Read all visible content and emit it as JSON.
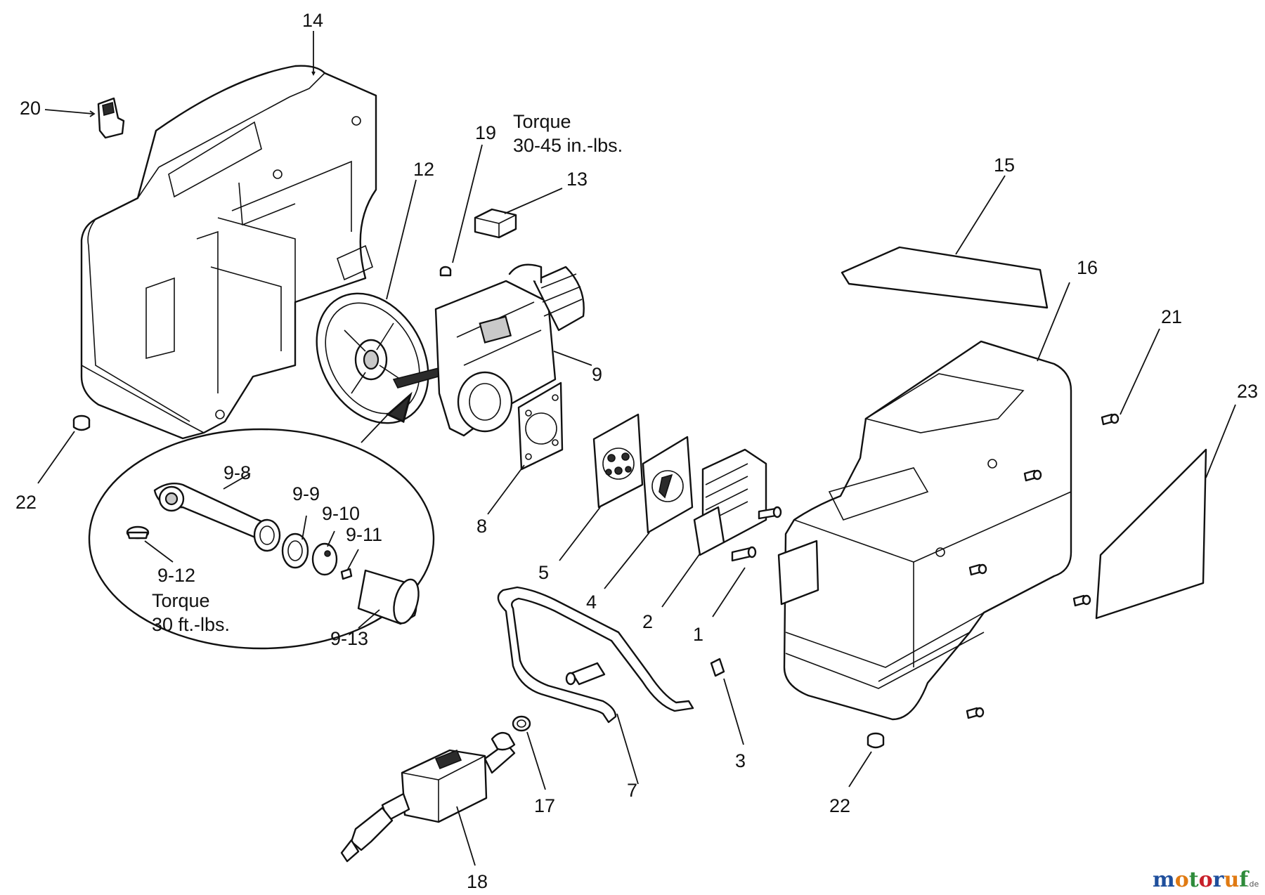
{
  "callouts": {
    "c14": "14",
    "c20": "20",
    "c19": "19",
    "c12": "12",
    "c13": "13",
    "c15": "15",
    "c16": "16",
    "c21": "21",
    "c23": "23",
    "c9": "9",
    "c22a": "22",
    "c22b": "22",
    "c8": "8",
    "c5": "5",
    "c4": "4",
    "c2": "2",
    "c1": "1",
    "c3": "3",
    "c7": "7",
    "c17": "17",
    "c18": "18",
    "c9_8": "9-8",
    "c9_9": "9-9",
    "c9_10": "9-10",
    "c9_11": "9-11",
    "c9_12": "9-12",
    "c9_13": "9-13"
  },
  "notes": {
    "torque_top_line1": "Torque",
    "torque_top_line2": "30-45 in.-lbs.",
    "torque_inset_line1": "Torque",
    "torque_inset_line2": "30 ft.-lbs."
  },
  "watermark": {
    "text_parts": [
      "m",
      "o",
      "t",
      "o",
      "r",
      "u",
      "f"
    ],
    "suffix": ".de",
    "colors": [
      "#1f4f9c",
      "#e07a12",
      "#2e8b3a",
      "#c8202a"
    ]
  }
}
